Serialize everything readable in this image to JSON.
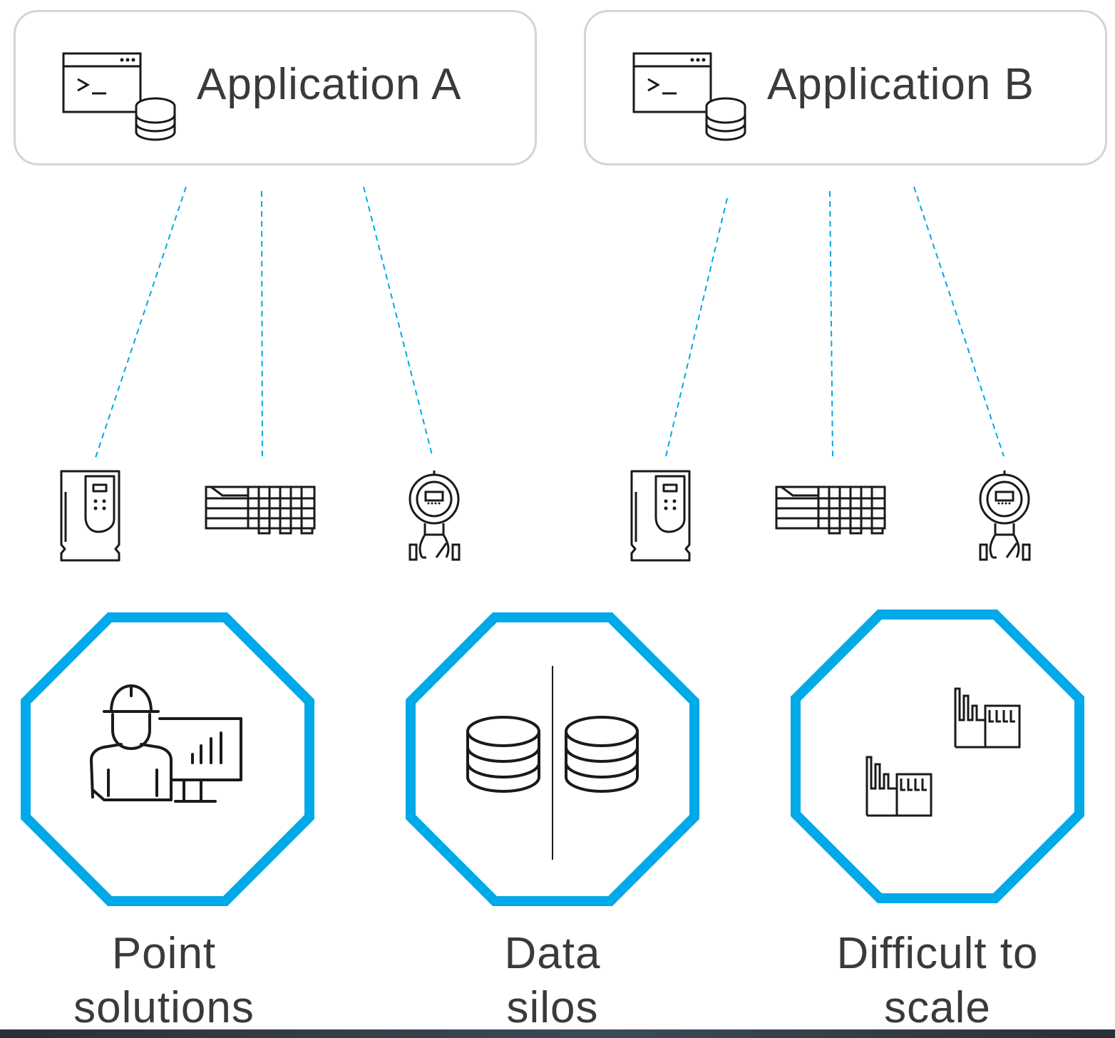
{
  "applications": [
    {
      "title": "Application A",
      "icon": "terminal-database-icon"
    },
    {
      "title": "Application B",
      "icon": "terminal-database-icon"
    }
  ],
  "devices": [
    "drive-icon",
    "controller-rack-icon",
    "transmitter-icon"
  ],
  "problems": [
    {
      "icon": "engineer-monitor-icon",
      "line1": "Point",
      "line2": "solutions"
    },
    {
      "icon": "split-database-icon",
      "line1": "Data",
      "line2": "silos"
    },
    {
      "icon": "factories-icon",
      "line1": "Difficult to",
      "line2": "scale"
    }
  ],
  "colors": {
    "accent": "#00a9e8",
    "border": "#d4d4d4",
    "text": "#3a3a3a",
    "line": "#1a1a1a"
  }
}
